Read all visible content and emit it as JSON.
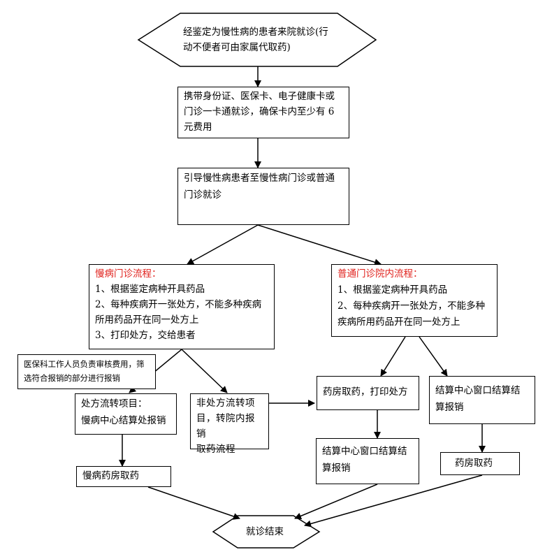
{
  "start": {
    "line1": "经鉴定为慢性病的患者来院就诊(行",
    "line2": "动不便者可由家属代取药)"
  },
  "step1": {
    "line1": "携带身份证、医保卡、电子健康卡或",
    "line2": "门诊一卡通就诊，确保卡内至少有 6",
    "line3": "元费用"
  },
  "step2": {
    "line1": "引导慢性病患者至慢性病门诊或普通",
    "line2": "门诊就诊"
  },
  "chronic": {
    "title": "慢病门诊流程：",
    "item1": "1、根据鉴定病种开具药品",
    "item2a": "2、每种疾病开一张处方，不能多种疾病",
    "item2b": "所用药品开在同一处方上",
    "item3": "3、打印处方，交给患者"
  },
  "general": {
    "title": "普通门诊院内流程：",
    "item1": "1、根据鉴定病种开具药品",
    "item2a": "2、每种疾病开一张处方，不能多种",
    "item2b": "疾病所用药品开在同一处方上"
  },
  "note": {
    "line1": "医保科工作人员负责审核费用，筛",
    "line2": "选符合报销的部分进行报销"
  },
  "transfer": {
    "line1": "处方流转项目：",
    "line2": "慢病中心结算处报销"
  },
  "non_transfer": {
    "line1": "非处方流转项",
    "line2": "目，转院内报销",
    "line3": "取药流程"
  },
  "pharmacy_print": {
    "text": "药房取药，打印处方"
  },
  "settle_right": {
    "line1": "结算中心窗口结算结",
    "line2": "算报销"
  },
  "settle_mid": {
    "line1": "结算中心窗口结算结",
    "line2": "算报销"
  },
  "chronic_pharmacy": {
    "text": "慢病药房取药"
  },
  "pharmacy_right": {
    "text": "药房取药"
  },
  "end": {
    "text": "就诊结束"
  },
  "colors": {
    "highlight": "#e0201b",
    "line": "#000000"
  }
}
